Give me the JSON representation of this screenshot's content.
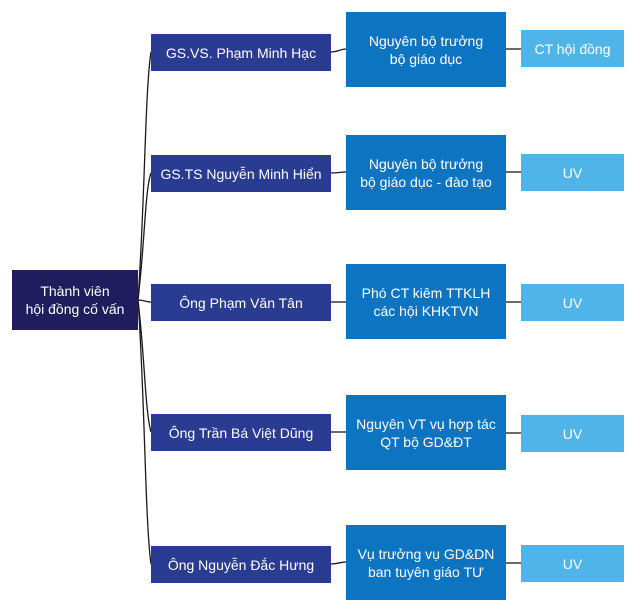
{
  "root": {
    "label": "Thành viên\nhội đồng cố vấn"
  },
  "members": [
    {
      "name": "GS.VS. Phạm Minh Hạc",
      "position": "Nguyên bộ trưởng\nbộ giáo dục",
      "role": "CT hội đồng"
    },
    {
      "name": "GS.TS Nguyễn Minh Hiển",
      "position": "Nguyên bộ trưởng\nbộ giáo dục - đào tạo",
      "role": "UV"
    },
    {
      "name": "Ông Phạm Văn Tân",
      "position": "Phó CT kiêm TTKLH\ncác hội KHKTVN",
      "role": "UV"
    },
    {
      "name": "Ông Trần Bá Việt Dũng",
      "position": "Nguyên VT vụ hợp tác\nQT bộ GD&ĐT",
      "role": "UV"
    },
    {
      "name": "Ông Nguyễn Đắc Hưng",
      "position": "Vụ trưởng vụ GD&DN\nban tuyên giáo TƯ",
      "role": "UV"
    }
  ],
  "colors": {
    "root": "#1f1d5e",
    "name": "#2a3b92",
    "position": "#0d74c2",
    "role": "#4fb5e9",
    "connector": "#1a1a1a"
  }
}
